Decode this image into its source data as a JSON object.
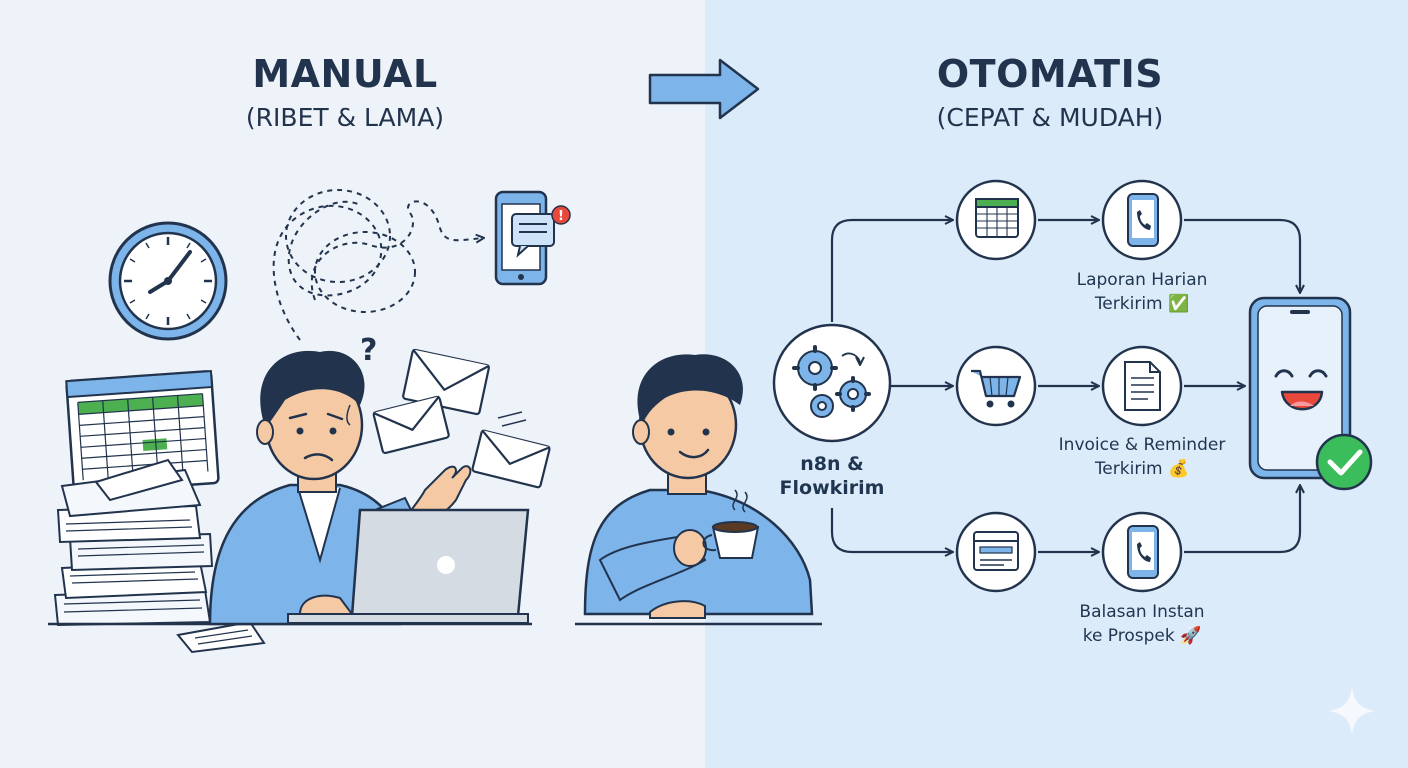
{
  "manual": {
    "title": "MANUAL",
    "subtitle": "(RIBET & LAMA)",
    "question_mark": "?"
  },
  "otomatis": {
    "title": "OTOMATIS",
    "subtitle": "(CEPAT & MUDAH)",
    "hub_label": "n8n &\nFlowkirim",
    "flows": [
      {
        "name": "daily-report",
        "caption": "Laporan Harian\nTerkirim ✅",
        "icons": [
          "spreadsheet-icon",
          "phone-icon"
        ]
      },
      {
        "name": "invoice-reminder",
        "caption": "Invoice & Reminder\nTerkirim 💰",
        "icons": [
          "cart-icon",
          "document-icon"
        ]
      },
      {
        "name": "instant-reply",
        "caption": "Balasan Instan\nke Prospek 🚀",
        "icons": [
          "web-form-icon",
          "phone-icon"
        ]
      }
    ]
  },
  "colors": {
    "left_bg": "#eef3f9",
    "right_bg": "#dcebfa",
    "accent_blue": "#7db4ea",
    "navy": "#22344d",
    "success_green": "#3bbd5c",
    "sheet_green": "#4caf50"
  }
}
